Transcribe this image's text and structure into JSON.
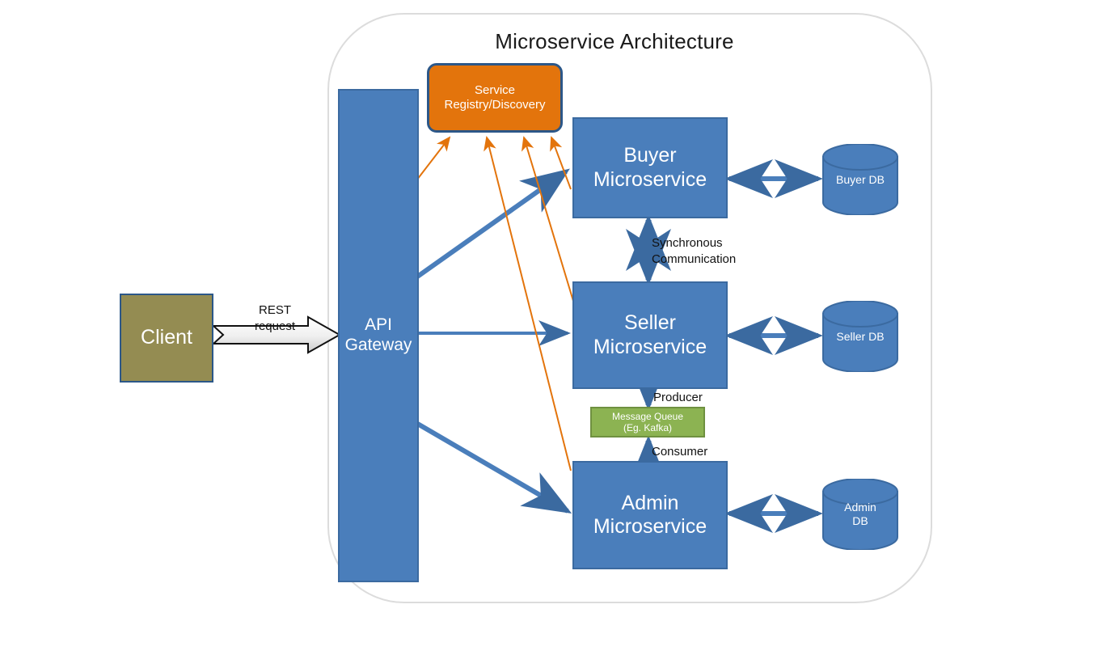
{
  "diagram": {
    "title": "Microservice Architecture",
    "colors": {
      "blue": "#4a7ebb",
      "blue_border": "#3b6aa0",
      "olive": "#948c52",
      "orange": "#e3740c",
      "green": "#8cb352",
      "container_border": "#dcdcdc",
      "text_dark": "#111111"
    }
  },
  "nodes": {
    "client": {
      "label": "Client"
    },
    "api_gateway": {
      "label": "API\nGateway"
    },
    "service_registry": {
      "label": "Service\nRegistry/Discovery"
    },
    "buyer_microservice": {
      "label": "Buyer\nMicroservice"
    },
    "seller_microservice": {
      "label": "Seller\nMicroservice"
    },
    "admin_microservice": {
      "label": "Admin\nMicroservice"
    },
    "message_queue": {
      "label": "Message Queue\n(Eg. Kafka)"
    },
    "buyer_db": {
      "label": "Buyer DB"
    },
    "seller_db": {
      "label": "Seller DB"
    },
    "admin_db": {
      "label": "Admin\nDB"
    }
  },
  "edges": {
    "rest_request": {
      "label": "REST\nrequest",
      "from": "client",
      "to": "api_gateway"
    },
    "sync_communication": {
      "label": "Synchronous\nCommunication",
      "from": "buyer_microservice",
      "to": "seller_microservice"
    },
    "producer": {
      "label": "Producer",
      "from": "seller_microservice",
      "to": "message_queue"
    },
    "consumer": {
      "label": "Consumer",
      "from": "admin_microservice",
      "to": "message_queue"
    }
  }
}
